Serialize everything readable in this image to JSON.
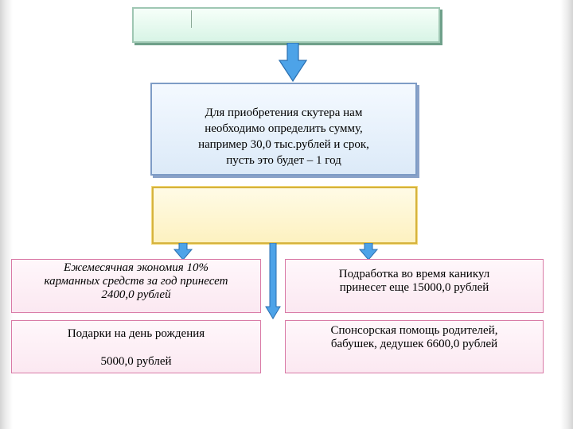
{
  "top_box": {
    "text": ""
  },
  "goal_box": {
    "lines": [
      "Для приобретения скутера нам",
      "необходимо определить сумму,",
      "например 30,0 тыс.рублей и срок,",
      "пусть это будет – 1 год"
    ]
  },
  "yellow_box": {
    "text": ""
  },
  "sources": [
    {
      "lines": [
        "Ежемесячная экономия 10%",
        "карманных средств за год принесет",
        "2400,0  рублей"
      ]
    },
    {
      "lines": [
        "Подработка во время каникул",
        "принесет еще 15000,0 рублей"
      ]
    },
    {
      "lines": [
        "Подарки на день рождения",
        "5000,0 рублей"
      ]
    },
    {
      "lines": [
        "Спонсорская помощь родителей,",
        "бабушек, дедушек 6600,0 рублей"
      ]
    }
  ],
  "colors": {
    "arrow_fill": "#4da3e8",
    "arrow_stroke": "#2a6fb0",
    "goal_border": "#7e9cc6",
    "yellow_border": "#d6b33d",
    "pink_border": "#d97aa6",
    "top_border": "#9fc7b3"
  }
}
